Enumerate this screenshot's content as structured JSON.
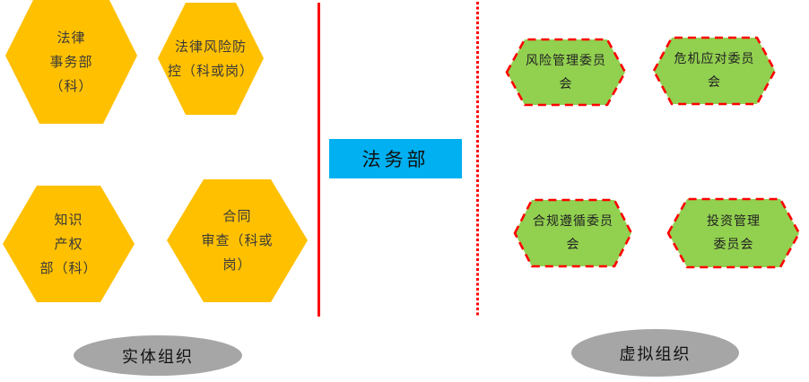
{
  "entity_group": {
    "group_label": "实体组织",
    "hexagons": [
      {
        "lines": [
          "法律",
          "事务部",
          "（科）"
        ]
      },
      {
        "lines": [
          "法律风险防",
          "控（科或岗）"
        ]
      },
      {
        "lines": [
          "知识",
          "产权",
          "部（科）"
        ]
      },
      {
        "lines": [
          "合同",
          "审查（科或",
          "岗）"
        ]
      }
    ]
  },
  "center": {
    "department_label": "法务部"
  },
  "virtual_group": {
    "group_label": "虚拟组织",
    "hexagons": [
      {
        "lines": [
          "风险管理委员",
          "会"
        ]
      },
      {
        "lines": [
          "危机应对委员",
          "会"
        ]
      },
      {
        "lines": [
          "合规遵循委员",
          "会"
        ]
      },
      {
        "lines": [
          "投资管理",
          "委员会"
        ]
      }
    ]
  },
  "colors": {
    "entity_fill": "#FFC000",
    "committee_fill": "#92D050",
    "committee_border": "#FF0000",
    "department_fill": "#00B0F0",
    "divider": "#FF0000",
    "group_fill": "#A6A6A6"
  }
}
